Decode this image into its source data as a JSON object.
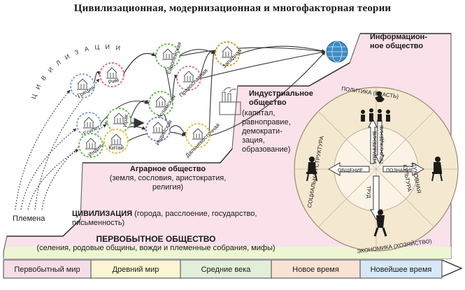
{
  "title": "Цивилизационная, модернизационная и многофакторная теории",
  "civilizations_arc_label": "ЦИВИЛИЗАЦИИ",
  "tribes_label": "Племена",
  "civilizations": [
    "Греция",
    "Рим",
    "Египет",
    "Ирак",
    "Индия",
    "Китай",
    "Исламская",
    "Индийская",
    "Дальневосточная",
    "Западная",
    "Православная",
    "Европейская"
  ],
  "stages": {
    "information": {
      "title_line1": "Информацион-",
      "title_line2": "ное общество"
    },
    "industrial": {
      "title_line1": "Индустриальное",
      "title_line2": "общество",
      "desc": [
        "(капитал,",
        "равноправие,",
        "демократи-",
        "зация,",
        "образование)"
      ]
    },
    "agrarian": {
      "title": "Аграрное общество",
      "desc_line1": "(земля, сословия, аристократия,",
      "desc_line2": "религия)"
    },
    "civilization": {
      "title": "ЦИВИЛИЗАЦИЯ",
      "desc_line1": " (города, расслоение, государство,",
      "desc_line2": "письменность)"
    },
    "primitive": {
      "title": "ПЕРВОБЫТНОЕ ОБЩЕСТВО",
      "desc": "(селения, родовые общины, вожди и племенные собрания, мифы)"
    }
  },
  "factor_circle": {
    "sectors": [
      "ПОЛИТИКА (ВЛАСТЬ)",
      "ДУХОВНАЯ КУЛЬТУРА",
      "ЭКОНОМИКА (ХОЗЯЙСТВО)",
      "СОЦИАЛЬНАЯ СТРУКТУРА"
    ],
    "arrows": [
      "ОБЩЕНИЕ",
      "ПОЗНАНИЕ",
      "ТРУД",
      "УПРАВЛЕНИЕ",
      "ПРИНУЖДЕНИЕ"
    ]
  },
  "timeline": [
    {
      "label": "Первобытный мир",
      "color": "#f6dee7"
    },
    {
      "label": "Древний мир",
      "color": "#fbf5d3"
    },
    {
      "label": "Средние века",
      "color": "#e1efd9"
    },
    {
      "label": "Новое время",
      "color": "#f9e2d3"
    },
    {
      "label": "Новейшее время",
      "color": "#d7e8f6"
    }
  ],
  "colors": {
    "accent": "#fbe2ea",
    "circle": "#f5e8d0",
    "stair_edge": "#5a5a5a",
    "pale_green": "#eef5d3"
  }
}
